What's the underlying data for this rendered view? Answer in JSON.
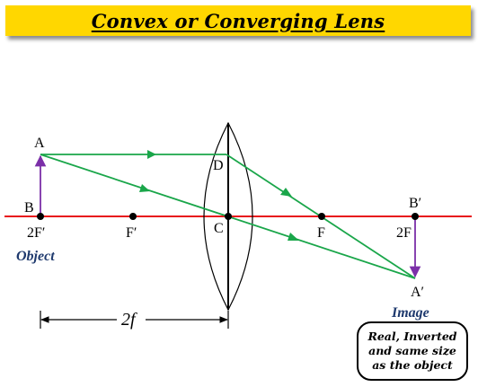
{
  "title": "Convex or Converging Lens",
  "labels": {
    "A": "A",
    "B": "B",
    "D": "D",
    "C": "C",
    "F_left": "F′",
    "F_right": "F",
    "twoF_left": "2F′",
    "twoF_right": "2F",
    "B_prime": "B′",
    "A_prime": "A′",
    "distance": "2f"
  },
  "captions": {
    "object": "Object",
    "image": "Image"
  },
  "note_lines": [
    "Real, Inverted",
    "and same size",
    "as the object"
  ],
  "colors": {
    "title_bg": "#ffd700",
    "axis": "#e8141b",
    "ray": "#1aa64a",
    "arrow": "#7b2fa8",
    "caption": "#1f3a6e"
  }
}
